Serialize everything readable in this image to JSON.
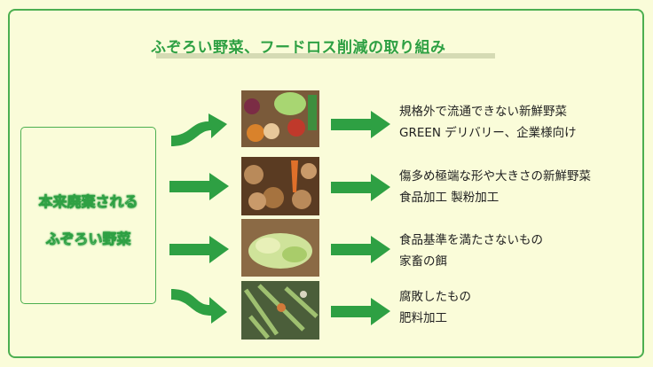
{
  "title": "ふぞろい野菜、フードロス削減の取り組み",
  "source": {
    "line1": "本来廃棄される",
    "line2": "ふぞろい野菜"
  },
  "rows": [
    {
      "image": "mixed-vegetables-box",
      "line1": "規格外で流通できない新鮮野菜",
      "line2": "GREEN デリバリー、企業様向け"
    },
    {
      "image": "potatoes-carrots",
      "line1": "傷多め極端な形や大きさの新鮮野菜",
      "line2": "食品加工 製粉加工"
    },
    {
      "image": "cabbage-leaves-box",
      "line1": "食品基準を満たさないもの",
      "line2": "家畜の餌"
    },
    {
      "image": "compost-scraps",
      "line1": "腐敗したもの",
      "line2": "肥料加工"
    }
  ],
  "colors": {
    "accent": "#2ea043",
    "background": "#fafcd9"
  }
}
